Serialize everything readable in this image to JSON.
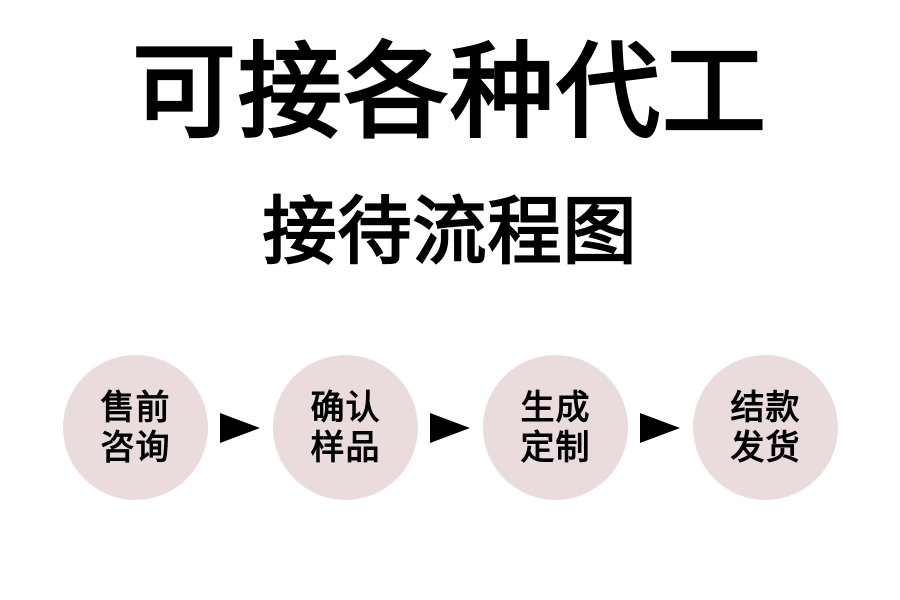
{
  "title": "可接各种代工",
  "subtitle": "接待流程图",
  "colors": {
    "step_fill": "#eadcdc",
    "text": "#000000",
    "arrow": "#000000",
    "background": "#ffffff"
  },
  "steps": [
    {
      "line1": "售前",
      "line2": "咨询"
    },
    {
      "line1": "确认",
      "line2": "样品"
    },
    {
      "line1": "生成",
      "line2": "定制"
    },
    {
      "line1": "结款",
      "line2": "发货"
    }
  ],
  "connector_icon": "right-triangle-arrow"
}
